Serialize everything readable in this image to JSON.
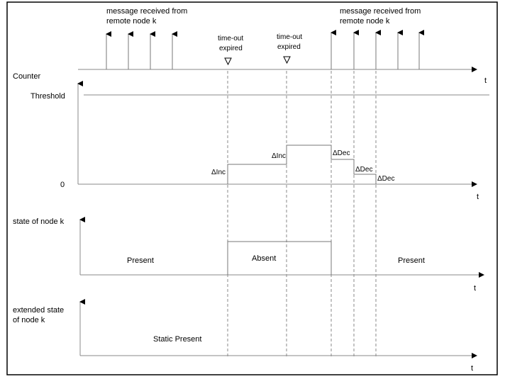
{
  "labels": {
    "msg_received_left_1": "message received from",
    "msg_received_left_2": "remote node k",
    "msg_received_right_1": "message received from",
    "msg_received_right_2": "remote node k",
    "timeout_1_line1": "time-out",
    "timeout_1_line2": "expired",
    "timeout_2_line1": "time-out",
    "timeout_2_line2": "expired",
    "counter": "Counter",
    "threshold": "Threshold",
    "zero": "0",
    "time_axis": "t",
    "inc1": "ΔInc",
    "inc2": "ΔInc",
    "dec1": "ΔDec",
    "dec2": "ΔDec",
    "dec3": "ΔDec",
    "state_of_node": "state of node k",
    "present_left": "Present",
    "absent": "Absent",
    "present_right": "Present",
    "extended_state_1": "extended state",
    "extended_state_2": "of node k",
    "static_present": "Static Present"
  },
  "colors": {
    "frame": "#000000",
    "axis": "#888888",
    "signal": "#777777"
  }
}
